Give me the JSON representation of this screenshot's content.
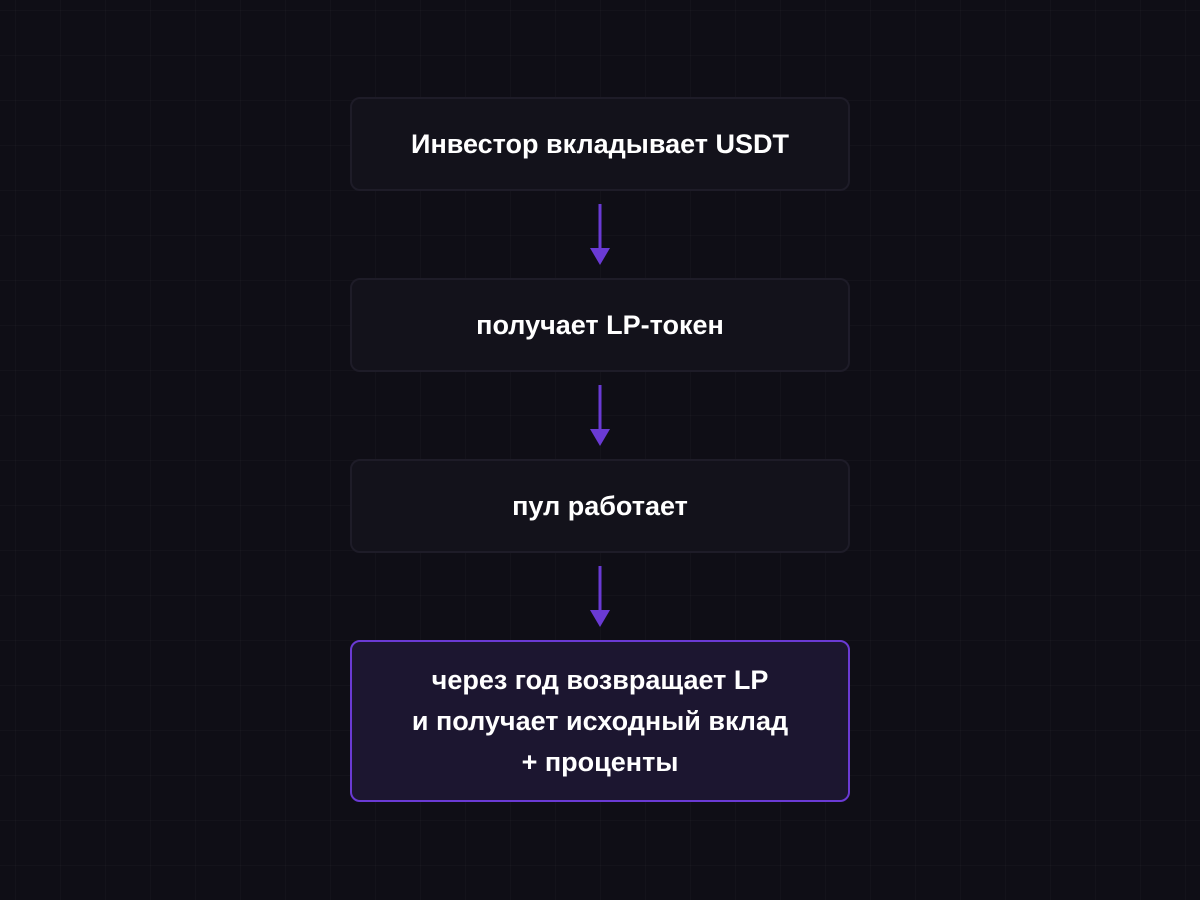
{
  "diagram": {
    "steps": [
      {
        "label": "Инвестор вкладывает USDT"
      },
      {
        "label": "получает LP-токен"
      },
      {
        "label": "пул работает"
      }
    ],
    "final_step": {
      "lines": [
        "через год возвращает LP",
        "и получает исходный вклад",
        "+ проценты"
      ]
    },
    "colors": {
      "accent": "#6a3ad4",
      "background": "#0f0e16",
      "box": "#13121b",
      "box_border": "#1e1c28",
      "final_box": "#1c1630",
      "text": "#ffffff"
    }
  }
}
